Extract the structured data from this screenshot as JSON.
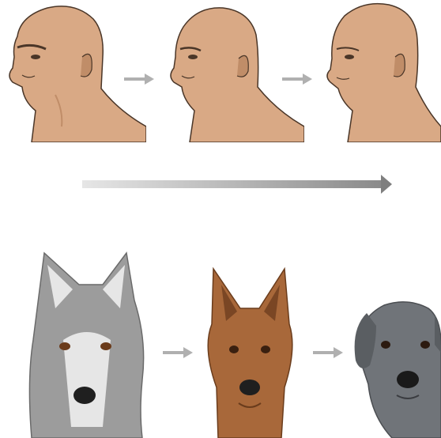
{
  "diagram": {
    "rows": [
      {
        "id": "human-evolution-row",
        "stages": [
          {
            "id": "archaic-human-head",
            "icon": "archaic-human-head-icon"
          },
          {
            "id": "intermediate-human-head",
            "icon": "intermediate-human-head-icon"
          },
          {
            "id": "modern-human-head",
            "icon": "modern-human-head-icon"
          }
        ]
      },
      {
        "id": "canine-domestication-row",
        "stages": [
          {
            "id": "wolf-head",
            "icon": "wolf-head-icon"
          },
          {
            "id": "early-dog-head",
            "icon": "early-dog-head-icon"
          },
          {
            "id": "modern-dog-head",
            "icon": "modern-dog-head-icon"
          }
        ]
      }
    ],
    "progression_arrow": {
      "icon": "gradient-arrow-icon"
    },
    "colors": {
      "skin": "#d9a985",
      "skin_shadow": "#c08d68",
      "outline": "#4a3628",
      "arrow_light": "#e6e6e6",
      "arrow_dark": "#8a8a8a",
      "wolf_gray": "#9c9c9c",
      "wolf_light": "#e6e6e6",
      "dingo_brown": "#a8683a",
      "dog_gray": "#707479"
    }
  }
}
